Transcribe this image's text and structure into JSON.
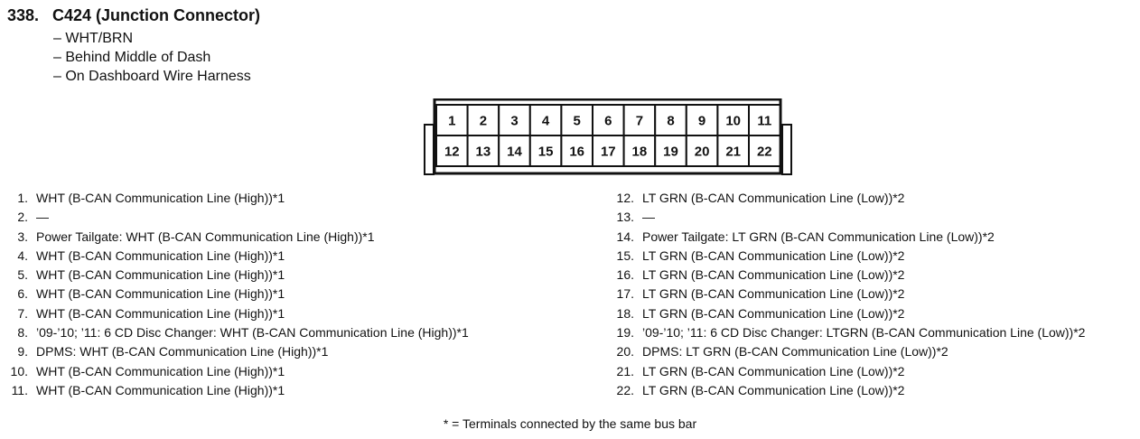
{
  "title": {
    "number": "338.",
    "name": "C424 (Junction Connector)"
  },
  "properties": [
    "– WHT/BRN",
    "– Behind Middle of Dash",
    "– On Dashboard Wire Harness"
  ],
  "connector": {
    "top_row": [
      "1",
      "2",
      "3",
      "4",
      "5",
      "6",
      "7",
      "8",
      "9",
      "10",
      "11"
    ],
    "bottom_row": [
      "12",
      "13",
      "14",
      "15",
      "16",
      "17",
      "18",
      "19",
      "20",
      "21",
      "22"
    ]
  },
  "pins_left": [
    {
      "n": "1.",
      "text": "WHT (B-CAN Communication Line (High))*1"
    },
    {
      "n": "2.",
      "text": "—"
    },
    {
      "n": "3.",
      "text": "Power Tailgate: WHT (B-CAN Communication Line (High))*1"
    },
    {
      "n": "4.",
      "text": "WHT (B-CAN Communication Line (High))*1"
    },
    {
      "n": "5.",
      "text": "WHT (B-CAN Communication Line (High))*1"
    },
    {
      "n": "6.",
      "text": "WHT (B-CAN Communication Line (High))*1"
    },
    {
      "n": "7.",
      "text": "WHT (B-CAN Communication Line (High))*1"
    },
    {
      "n": "8.",
      "text": "’09-’10; ’11: 6 CD Disc Changer: WHT (B-CAN Communication Line (High))*1"
    },
    {
      "n": "9.",
      "text": "DPMS: WHT (B-CAN Communication Line (High))*1"
    },
    {
      "n": "10.",
      "text": "WHT (B-CAN Communication Line (High))*1"
    },
    {
      "n": "11.",
      "text": "WHT (B-CAN Communication Line (High))*1"
    }
  ],
  "pins_right": [
    {
      "n": "12.",
      "text": "LT GRN (B-CAN Communication Line (Low))*2"
    },
    {
      "n": "13.",
      "text": "—"
    },
    {
      "n": "14.",
      "text": "Power Tailgate: LT GRN (B-CAN Communication Line (Low))*2"
    },
    {
      "n": "15.",
      "text": "LT GRN (B-CAN Communication Line (Low))*2"
    },
    {
      "n": "16.",
      "text": "LT GRN (B-CAN Communication Line (Low))*2"
    },
    {
      "n": "17.",
      "text": "LT GRN (B-CAN Communication Line (Low))*2"
    },
    {
      "n": "18.",
      "text": "LT GRN (B-CAN Communication Line (Low))*2"
    },
    {
      "n": "19.",
      "text": "’09-’10; ’11: 6 CD Disc Changer: LTGRN (B-CAN Communication Line (Low))*2"
    },
    {
      "n": "20.",
      "text": "DPMS: LT GRN (B-CAN Communication Line (Low))*2"
    },
    {
      "n": "21.",
      "text": "LT GRN (B-CAN Communication Line (Low))*2"
    },
    {
      "n": "22.",
      "text": "LT GRN (B-CAN Communication Line (Low))*2"
    }
  ],
  "footnote": "* = Terminals connected by the same bus bar"
}
